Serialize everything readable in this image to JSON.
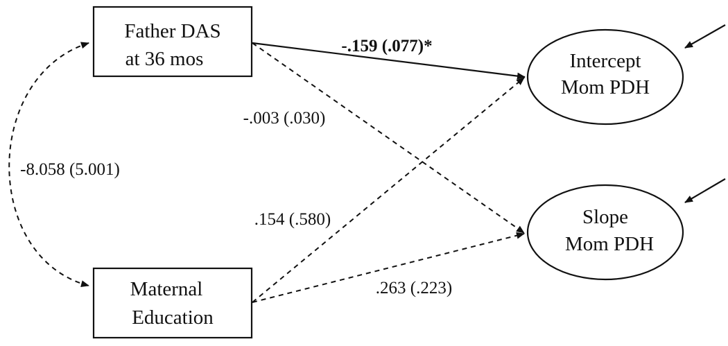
{
  "nodes": {
    "father_das": {
      "line1": "Father DAS",
      "line2": "at 36 mos"
    },
    "maternal_education": {
      "line1": "Maternal",
      "line2": "Education"
    },
    "intercept": {
      "line1": "Intercept",
      "line2": "Mom PDH"
    },
    "slope": {
      "line1": "Slope",
      "line2": "Mom PDH"
    }
  },
  "edges": {
    "das_to_intercept": {
      "label": "-.159 (.077)*",
      "style": "solid",
      "significant": true
    },
    "das_to_slope": {
      "label": "-.003 (.030)",
      "style": "dashed"
    },
    "edu_to_intercept": {
      "label": ".154 (.580)",
      "style": "dashed"
    },
    "edu_to_slope": {
      "label": ".263 (.223)",
      "style": "dashed"
    },
    "das_edu_covariance": {
      "label": "-8.058 (5.001)",
      "style": "dashed"
    }
  }
}
